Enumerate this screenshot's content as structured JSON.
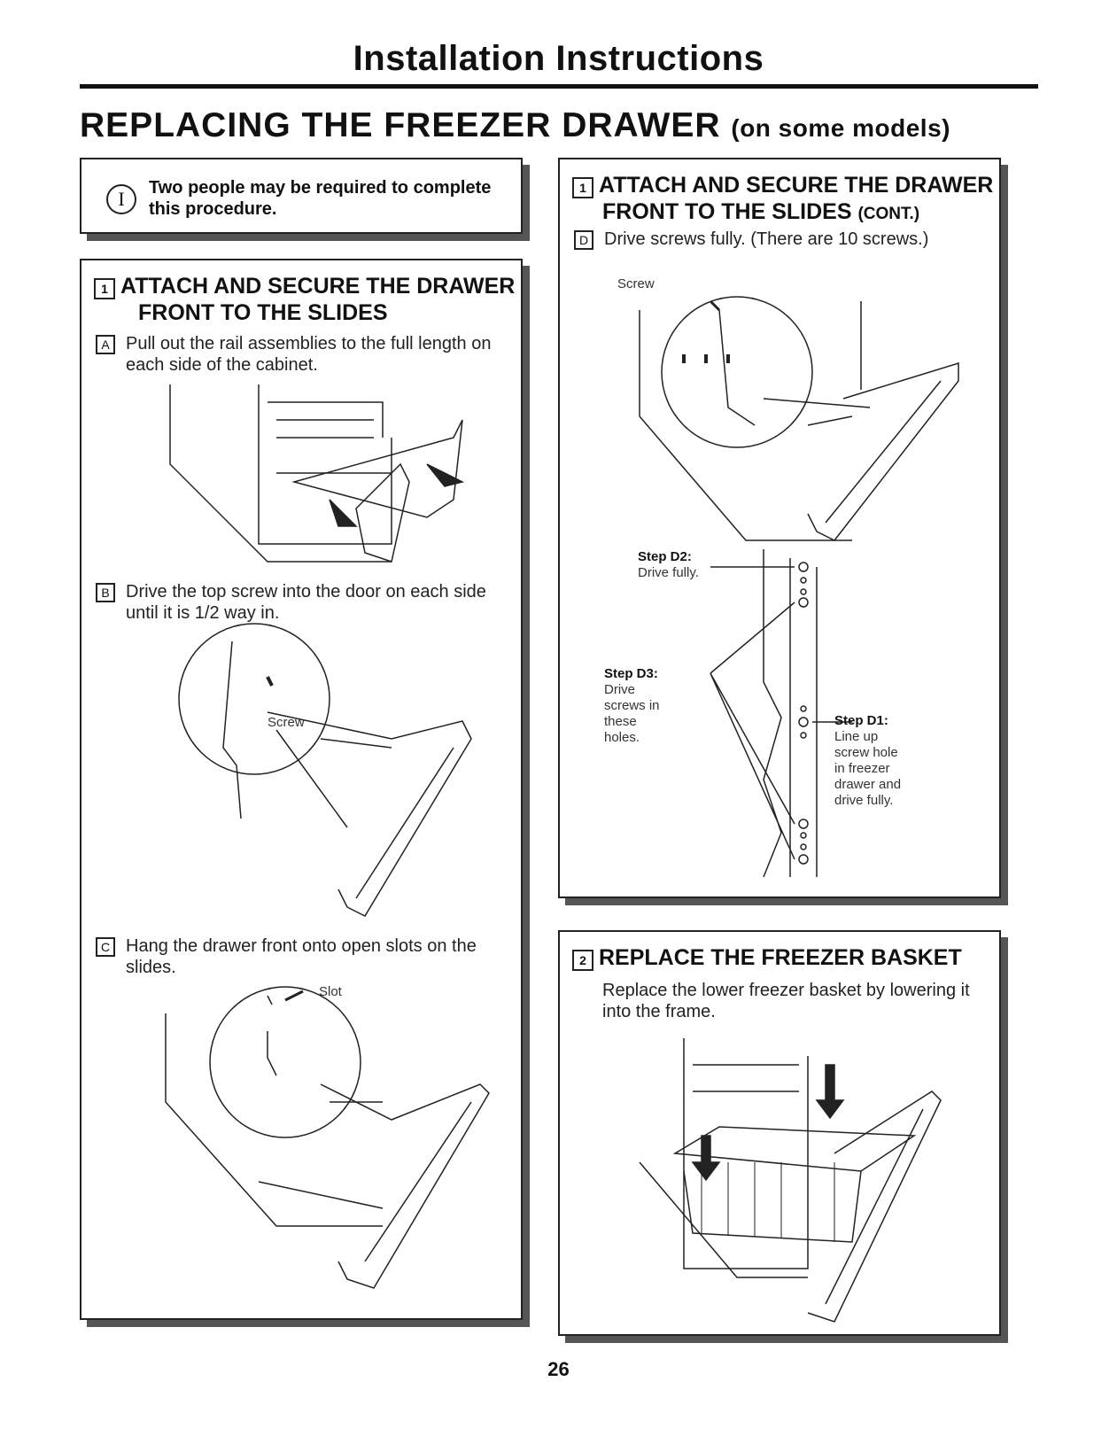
{
  "header": {
    "title": "Installation Instructions"
  },
  "main_title": {
    "text": "REPLACING THE FREEZER DRAWER",
    "sub": "(on some models)"
  },
  "note": {
    "icon": "info-icon",
    "icon_glyph": "I",
    "text": "Two people may be required to complete this procedure."
  },
  "section1": {
    "number": "1",
    "title_line1": "ATTACH AND SECURE THE DRAWER",
    "title_line2": "FRONT TO THE SLIDES",
    "steps": [
      {
        "letter": "A",
        "text": "Pull out the rail assemblies to the full length on each side of the cabinet."
      },
      {
        "letter": "B",
        "text": "Drive the top screw into the door on each side until it is 1/2 way in.",
        "callout": "Screw"
      },
      {
        "letter": "C",
        "text": "Hang the drawer front onto open slots on the slides.",
        "callout": "Slot"
      }
    ]
  },
  "section1_cont": {
    "number": "1",
    "title_line1": "ATTACH AND SECURE THE DRAWER",
    "title_line2": "FRONT TO THE SLIDES",
    "title_suffix": "(CONT.)",
    "step": {
      "letter": "D",
      "text": "Drive screws fully. (There are 10 screws.)"
    },
    "callout_screw": "Screw",
    "d2": {
      "label": "Step D2:",
      "text": "Drive fully."
    },
    "d3": {
      "label": "Step D3:",
      "lines": [
        "Drive",
        "screws in",
        "these",
        "holes."
      ]
    },
    "d1": {
      "label": "Step D1:",
      "lines": [
        "Line up",
        "screw hole",
        "in freezer",
        "drawer and",
        "drive fully."
      ]
    }
  },
  "section2": {
    "number": "2",
    "title": "REPLACE THE FREEZER BASKET",
    "text": "Replace the lower freezer basket by lowering it into the frame."
  },
  "page_number": "26"
}
